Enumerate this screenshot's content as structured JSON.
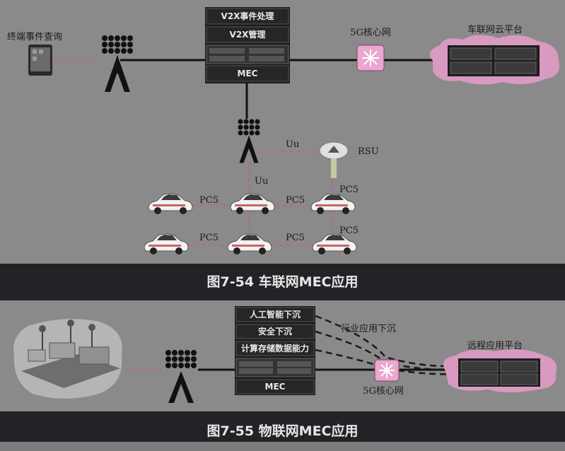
{
  "figure1": {
    "caption": "图7-54 车联网MEC应用",
    "terminal_label": "终端事件查询",
    "mec_rows": [
      "V2X事件处理",
      "V2X管理",
      "MEC"
    ],
    "core_label": "5G核心网",
    "cloud_label": "车联网云平台",
    "uu_top": "Uu",
    "uu_side": "Uu",
    "rsu_label": "RSU",
    "pc5_labels": [
      "PC5",
      "PC5",
      "PC5",
      "PC5",
      "PC5"
    ]
  },
  "figure2": {
    "caption": "图7-55 物联网MEC应用",
    "mec_rows": [
      "人工智能下沉",
      "安全下沉",
      "计算存储数据能力",
      "MEC"
    ],
    "industry_label": "行业应用下沉",
    "core_label": "5G核心网",
    "remote_label": "远程应用平台"
  },
  "colors": {
    "accent_dashed": "#c06090",
    "cloud_fill": "#d89ac0",
    "router_fill": "#e9a8cf",
    "caption_bg": "#212326"
  }
}
